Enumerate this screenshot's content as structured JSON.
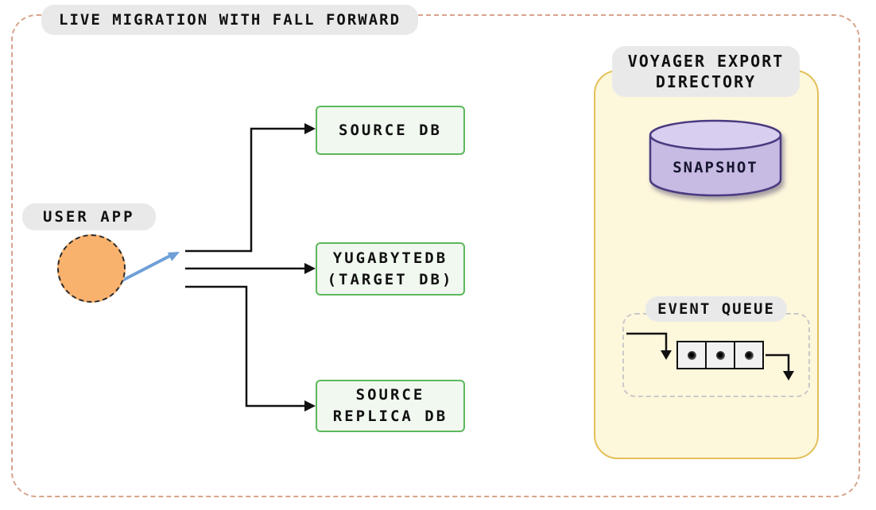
{
  "title": "LIVE MIGRATION WITH FALL FORWARD",
  "user_app": {
    "label": "USER APP"
  },
  "databases": [
    {
      "id": "source-db",
      "lines": [
        "SOURCE DB",
        ""
      ]
    },
    {
      "id": "target-db",
      "lines": [
        "YUGABYTEDB",
        "(TARGET DB)"
      ]
    },
    {
      "id": "source-replica-db",
      "lines": [
        "SOURCE",
        "REPLICA DB"
      ]
    }
  ],
  "voyager": {
    "title_lines": [
      "VOYAGER EXPORT",
      "DIRECTORY"
    ],
    "snapshot_label": "SNAPSHOT",
    "event_queue_label": "EVENT QUEUE",
    "queue_cell_count": 3
  },
  "colors": {
    "outer-border": "#d8a48c",
    "pill-bg": "#e9e9e9",
    "text": "#111111",
    "green-border": "#5cb85c",
    "green-bg": "#f0f8f0",
    "yellow-border": "#e3c05a",
    "yellow-bg": "#fdf7dc",
    "purple-border": "#4a3a80",
    "purple-bg": "#c7bae3",
    "purple-top": "#d8cff0",
    "orange-fill": "#f9b26d",
    "blue-arrow": "#6f9fd8",
    "line": "#111111",
    "queue-dash": "#c9c9c9",
    "queue-cell-bg": "#f1f1f1"
  }
}
